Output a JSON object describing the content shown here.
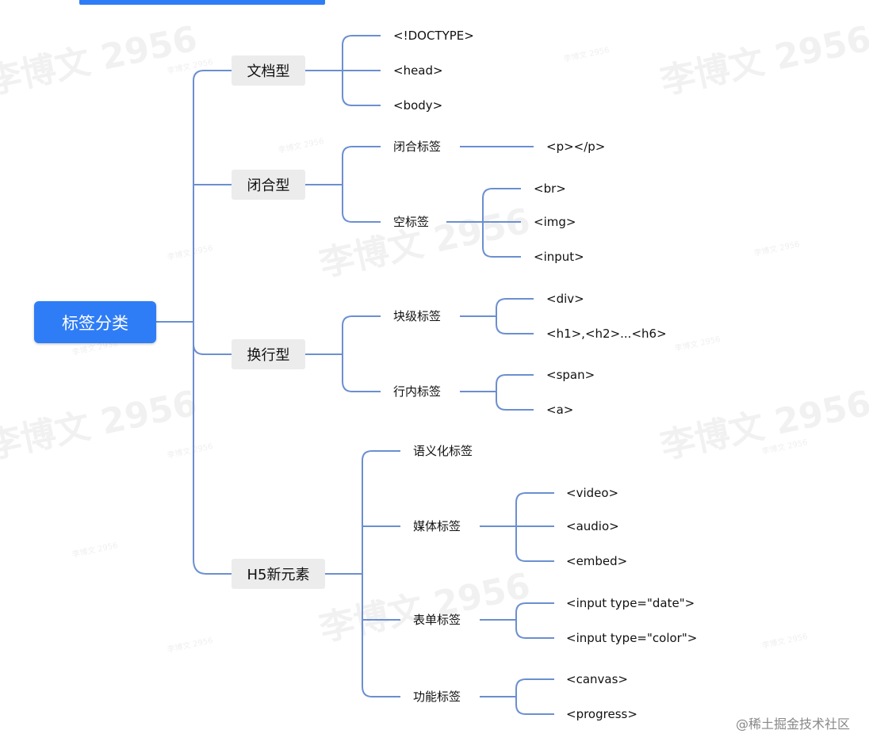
{
  "root": "标签分类",
  "categories": [
    {
      "label": "文档型",
      "children": [
        "<!DOCTYPE>",
        "<head>",
        "<body>"
      ]
    },
    {
      "label": "闭合型",
      "children": [
        {
          "label": "闭合标签",
          "children": [
            "<p></p>"
          ]
        },
        {
          "label": "空标签",
          "children": [
            "<br>",
            "<img>",
            "<input>"
          ]
        }
      ]
    },
    {
      "label": "换行型",
      "children": [
        {
          "label": "块级标签",
          "children": [
            "<div>",
            "<h1>,<h2>...<h6>"
          ]
        },
        {
          "label": "行内标签",
          "children": [
            "<span>",
            "<a>"
          ]
        }
      ]
    },
    {
      "label": "H5新元素",
      "children": [
        {
          "label": "语义化标签",
          "children": []
        },
        {
          "label": "媒体标签",
          "children": [
            "<video>",
            "<audio>",
            "<embed>"
          ]
        },
        {
          "label": "表单标签",
          "children": [
            "<input type=\"date\">",
            "<input type=\"color\">"
          ]
        },
        {
          "label": "功能标签",
          "children": [
            "<canvas>",
            "<progress>"
          ]
        }
      ]
    }
  ],
  "watermark": "李博文 2956",
  "credit": "@稀土掘金技术社区",
  "colors": {
    "accent": "#2f7df6",
    "line": "#6b8fd0",
    "node_bg": "#ececec"
  }
}
